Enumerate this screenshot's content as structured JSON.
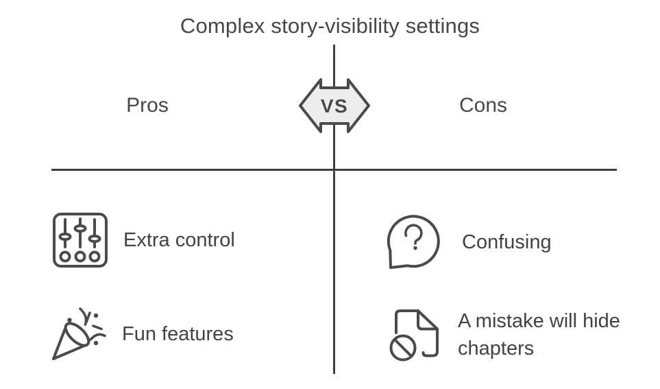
{
  "title": "Complex story-visibility settings",
  "vs_badge": {
    "label": "VS"
  },
  "pros": {
    "header": "Pros",
    "items": [
      {
        "icon": "sliders-icon",
        "label": "Extra control"
      },
      {
        "icon": "party-popper-icon",
        "label": "Fun features"
      }
    ]
  },
  "cons": {
    "header": "Cons",
    "items": [
      {
        "icon": "question-bubble-icon",
        "label": "Confusing"
      },
      {
        "icon": "document-blocked-icon",
        "label": "A mistake will hide chapters"
      }
    ]
  },
  "colors": {
    "background": "#ffffff",
    "text": "#424242",
    "divider": "#3f3f3f",
    "icon_stroke": "#4a4a4e",
    "badge_fill": "#ededed",
    "badge_stroke": "#4a4a4a"
  }
}
